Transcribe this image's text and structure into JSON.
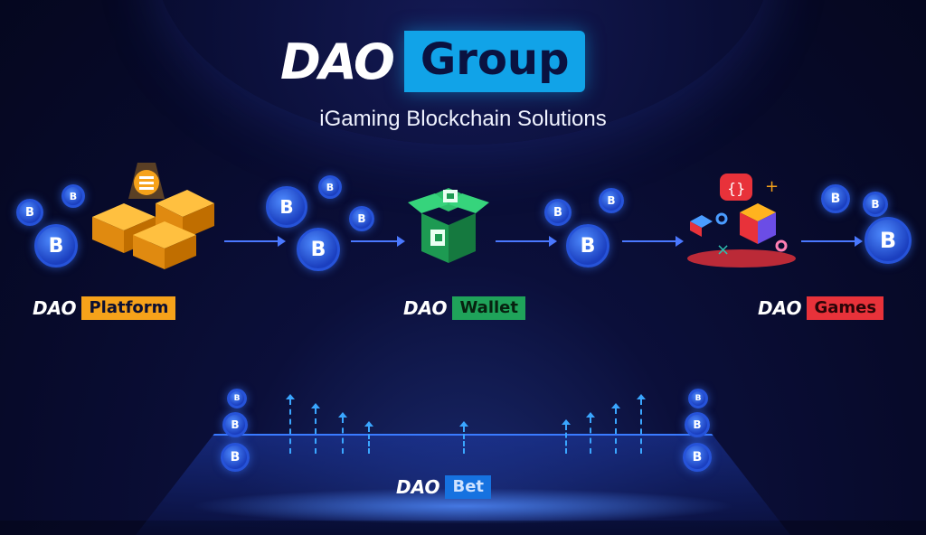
{
  "header": {
    "logo_dao": "DAO",
    "logo_group": "Group",
    "subtitle": "iGaming Blockchain Solutions"
  },
  "coin_glyph": "B",
  "labels": {
    "platform": "Platform",
    "wallet": "Wallet",
    "games": "Games",
    "bet": "Bet",
    "dao": "DAO"
  },
  "colors": {
    "group_accent": "#11a3e8",
    "platform": "#f6a21a",
    "wallet": "#1fa35a",
    "games": "#e8323a",
    "bet": "#1672e0",
    "coin": "#2653d9"
  },
  "icons": [
    "platform-blocks-icon",
    "wallet-box-icon",
    "games-shapes-icon",
    "coin-icon"
  ]
}
